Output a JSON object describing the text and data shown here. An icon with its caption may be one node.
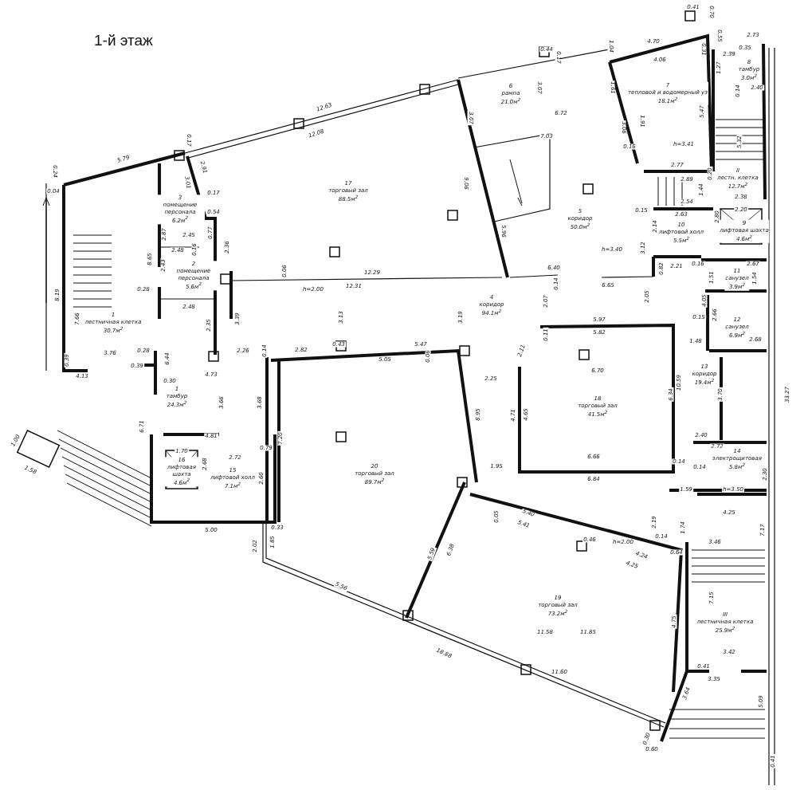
{
  "diagram": {
    "title": "1-й этаж",
    "nodes": [
      {
        "text": [
          "1",
          "лестничная клетка",
          "30.7м$^{2}$"
        ]
      },
      {
        "text": [
          "1",
          "тамбур",
          "24.3м$^{2}$"
        ]
      },
      {
        "text": [
          "2",
          "помещение персонала",
          "5.6м$^{2}$"
        ]
      },
      {
        "text": [
          "3",
          "помещение персонала",
          "6.2м$^{2}$"
        ]
      },
      {
        "text": [
          "4",
          "коридор",
          "94.1м$^{2}$"
        ]
      },
      {
        "text": [
          "5",
          "коридор",
          "50.0м$^{2}$"
        ]
      },
      {
        "text": [
          "6",
          "рампа",
          "21.0м$^{2}$"
        ]
      },
      {
        "text": [
          "7",
          "тепловой и водомерный уз",
          "18.1м$^{2}$"
        ]
      },
      {
        "text": [
          "8",
          "тамбур",
          "3.0м$^{2}$"
        ]
      },
      {
        "text": [
          "II",
          "лестн. клетка",
          "12.7м$^{2}$"
        ]
      },
      {
        "text": [
          "9",
          "лифтовая шахта",
          "4.6м$^{2}$"
        ]
      },
      {
        "text": [
          "10",
          "лифтовой холл",
          "5.5м$^{2}$"
        ]
      },
      {
        "text": [
          "11",
          "санузел",
          "3.9м$^{2}$"
        ]
      },
      {
        "text": [
          "12",
          "санузел",
          "6.9м$^{2}$"
        ]
      },
      {
        "text": [
          "13",
          "коридор",
          "19.4м$^{2}$"
        ]
      },
      {
        "text": [
          "14",
          "электрощитовая",
          "5.8м$^{2}$"
        ]
      },
      {
        "text": [
          "15",
          "лифтовой холл",
          "7.1м$^{2}$"
        ]
      },
      {
        "text": [
          "16",
          "лифтовая шахта",
          "4.6м$^{2}$"
        ]
      },
      {
        "text": [
          "17",
          "торговый зал",
          "88.5м$^{2}$"
        ]
      },
      {
        "text": [
          "18",
          "торговый зал",
          "41.5м$^{2}$"
        ]
      },
      {
        "text": [
          "19",
          "торговый зал",
          "73.2м$^{2}$"
        ]
      },
      {
        "text": [
          "III",
          "лестничная клетка",
          "25.9м$^{2}$"
        ]
      },
      {
        "text": [
          "20",
          "торговый зал",
          "89.7м$^{2}$"
        ]
      }
    ],
    "labels": [
      "12.63",
      "0.17",
      "12.08",
      "0.24",
      "5.79",
      "2.91",
      "0.04",
      "3.01",
      "0.17",
      "0.54",
      "2.87",
      "2.45",
      "0.77",
      "2.48",
      "0.16",
      "2.36",
      "8.65",
      "2.43",
      "0.06",
      "12.29",
      "8.19",
      "0.28",
      "h=2.00",
      "12.31",
      "7.66",
      "2.48",
      "2.35",
      "3.39",
      "3.13",
      "3.76",
      "0.28",
      "2.26",
      "0.14",
      "2.82",
      "0.43",
      "0.39",
      "6.44",
      "5.05",
      "0.39",
      "4.13",
      "4.73",
      "0.30",
      "0.41",
      "0.70",
      "0.44",
      "0.17",
      "1.04",
      "4.70",
      "0.55",
      "2.73",
      "0.35",
      "4.06",
      "0.31",
      "2.39",
      "1.27",
      "0.14",
      "2.40",
      "3.07",
      "1.61",
      "3.07",
      "6.72",
      "5.47",
      "1.91",
      "7.03",
      "3.06",
      "0.16",
      "h=3.41",
      "5.32",
      "9.06",
      "2.77",
      "2.89",
      "0.20",
      "1.44",
      "2.38",
      "2.54",
      "0.15",
      "2.63",
      "2.20",
      "2.80",
      "5.96",
      "2.14",
      "3.12",
      "h=3.40",
      "6.40",
      "0.82",
      "2.21",
      "0.16",
      "2.67",
      "1.51",
      "1.54",
      "0.14",
      "6.65",
      "3.19",
      "2.07",
      "2.05",
      "4.05",
      "0.15",
      "2.66",
      "2.68",
      "5.97",
      "5.82",
      "0.11",
      "2.11",
      "5.47",
      "0.06",
      "1.48",
      "6.70",
      "2.25",
      "10.59",
      "33.27",
      "3.66",
      "3.68",
      "6.71",
      "1.00",
      "4.81",
      "7.20",
      "0.79",
      "1.70",
      "2.72",
      "2.68",
      "1.58",
      "2.60",
      "5.00",
      "0.33",
      "2.02",
      "1.85",
      "5.56",
      "6.34",
      "3.70",
      "8.95",
      "4.71",
      "4.65",
      "2.40",
      "2.72",
      "1.95",
      "6.66",
      "0.14",
      "0.14",
      "2.30",
      "6.84",
      "1.59",
      "h=3.50",
      "4.25",
      "2.19",
      "0.05",
      "5.40",
      "5.41",
      "1.74",
      "7.17",
      "0.14",
      "0.46",
      "h=2.00",
      "3.46",
      "0.64",
      "4.24",
      "4.25",
      "5.59",
      "6.38",
      "7.15",
      "11.58",
      "11.85",
      "4.75",
      "18.88",
      "3.42",
      "11.60",
      "0.41",
      "3.35",
      "3.64",
      "5.09",
      "0.30",
      "0.60",
      "0.41"
    ]
  }
}
